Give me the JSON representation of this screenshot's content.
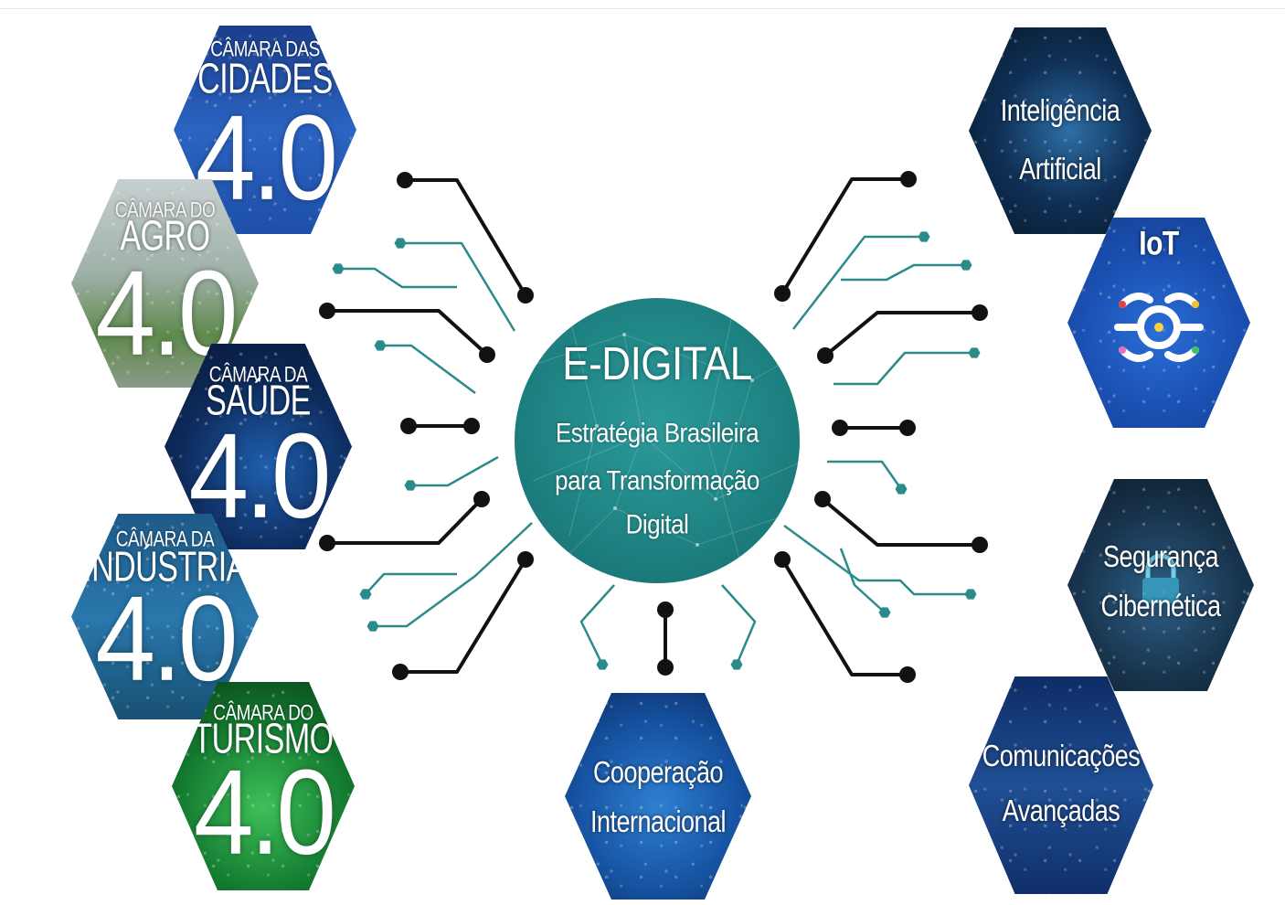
{
  "center": {
    "title": "E-DIGITAL",
    "subtitle_line1": "Estratégia Brasileira",
    "subtitle_line2": "para  Transformação",
    "subtitle_line3": "Digital"
  },
  "camaras": [
    {
      "id": "cidades",
      "small": "CÂMARA DAS",
      "big": "CIDADES",
      "number": "4.0"
    },
    {
      "id": "agro",
      "small": "CÂMARA DO",
      "big": "AGRO",
      "number": "4.0"
    },
    {
      "id": "saude",
      "small": "CÂMARA DA",
      "big": "SAÚDE",
      "number": "4.0"
    },
    {
      "id": "industria",
      "small": "CÂMARA DA",
      "big": "INDÚSTRIA",
      "number": "4.0"
    },
    {
      "id": "turismo",
      "small": "CÂMARA DO",
      "big": "TURISMO",
      "number": "4.0"
    }
  ],
  "themes": {
    "ia": {
      "line1": "Inteligência",
      "line2": "Artificial"
    },
    "iot": {
      "line1": "IoT"
    },
    "seguranca": {
      "line1": "Segurança",
      "line2": "Cibernética"
    },
    "comunicacoes": {
      "line1": "Comunicações",
      "line2": "Avançadas"
    },
    "cooperacao": {
      "line1": "Cooperação",
      "line2": "Internacional"
    }
  },
  "colors": {
    "teal": "#1f8383",
    "teal_line": "#2b8a8a",
    "black_line": "#111111"
  }
}
